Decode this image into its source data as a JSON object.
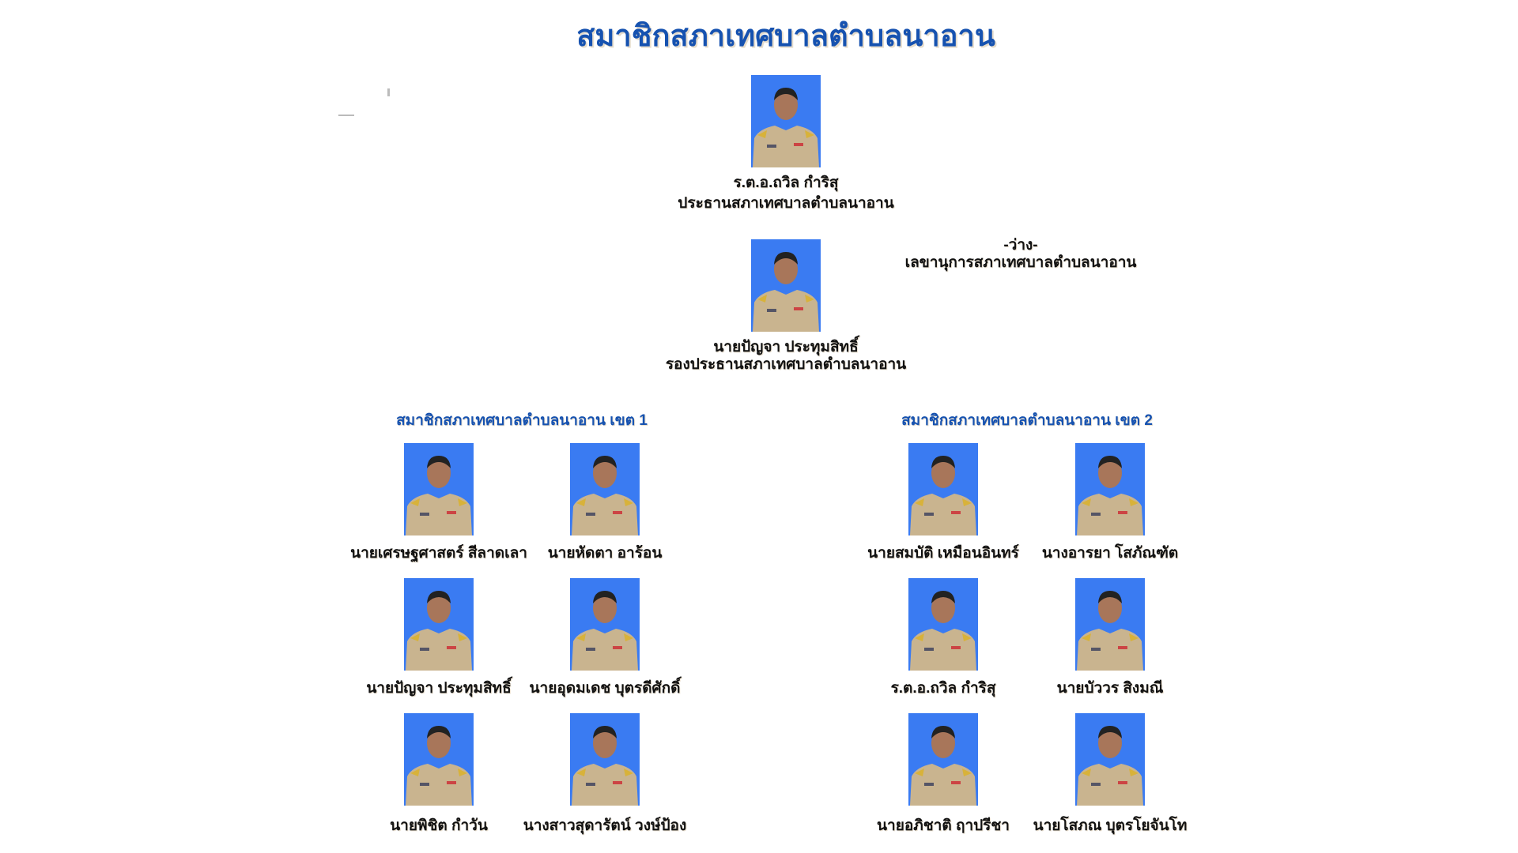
{
  "title": "สมาชิกสภาเทศบาลตำบลนาอาน",
  "colors": {
    "title": "#1652b0",
    "photo_bg": "#3a7bf2",
    "uniform": "#c9b48f"
  },
  "president": {
    "name": "ร.ต.อ.ถวิล กำริสุ",
    "position": "ประธานสภาเทศบาลตำบลนาอาน"
  },
  "vice_president": {
    "name": "นายปัญจา ประทุมสิทธิ์",
    "position": "รองประธานสภาเทศบาลตำบลนาอาน"
  },
  "secretary": {
    "name": "-ว่าง-",
    "position": "เลขานุการสภาเทศบาลตำบลนาอาน"
  },
  "districts": [
    {
      "heading": "สมาชิกสภาเทศบาลตำบลนาอาน เขต 1",
      "members": [
        "นายเศรษฐศาสตร์ สีลาดเลา",
        "นายหัดตา อาร้อน",
        "นายปัญจา ประทุมสิทธิ์",
        "นายอุดมเดช บุตรดีศักดิ์",
        "นายพิชิต กำวัน",
        "นางสาวสุดารัตน์ วงษ์ป้อง"
      ]
    },
    {
      "heading": "สมาชิกสภาเทศบาลตำบลนาอาน เขต 2",
      "members": [
        "นายสมบัติ เหมือนอินทร์",
        "นางอารยา โสภัณฑัต",
        "ร.ต.อ.ถวิล กำริสุ",
        "นายบัววร สิงมณี",
        "นายอภิชาติ ฤาปรีชา",
        "นายโสภณ บุตรโยจันโท"
      ]
    }
  ]
}
